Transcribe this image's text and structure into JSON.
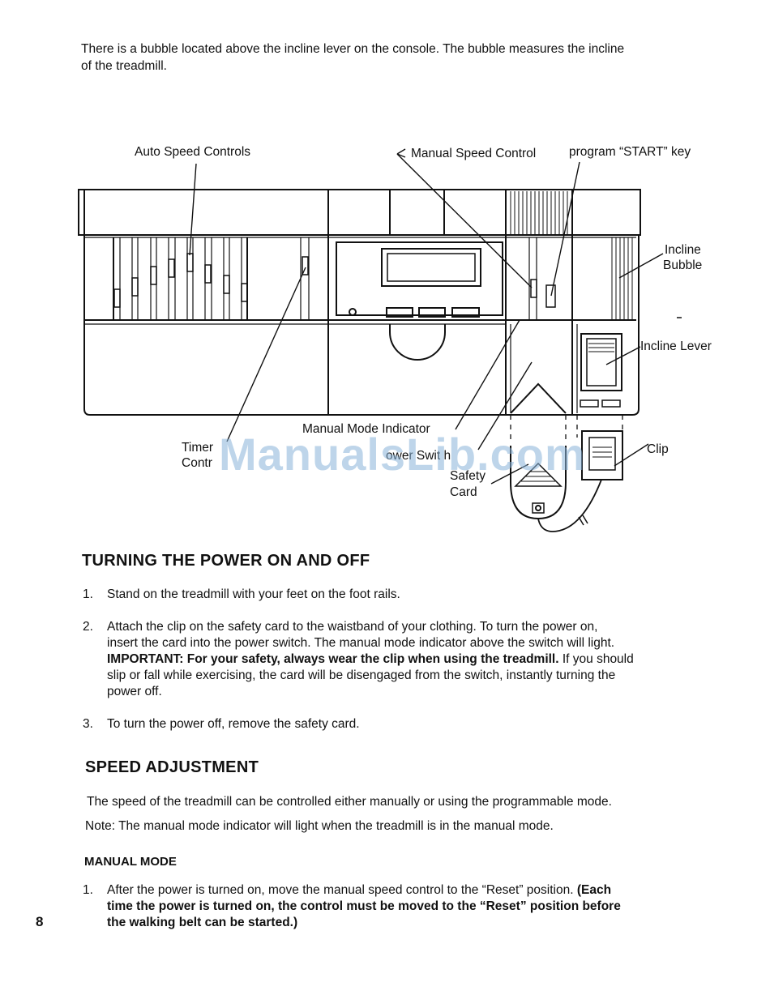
{
  "intro": {
    "line1": "There is a bubble located above the incline lever on the console. The bubble measures the incline",
    "line2": "of the treadmill."
  },
  "diagram": {
    "labels": {
      "auto_speed": "Auto Speed Controls",
      "manual_speed": "Manual Speed Control",
      "program_start": "program “START” key",
      "incline_bubble_1": "Incline",
      "incline_bubble_2": "Bubble",
      "incline_lever": "Incline Lever",
      "manual_mode_indicator": "Manual Mode Indicator",
      "timer_1": "Timer",
      "timer_2": "Contr",
      "power_switch": "ower Swit h",
      "safety_card_1": "Safety",
      "safety_card_2": "Card",
      "clip": "Clip"
    }
  },
  "watermark": "ManualsLib.com",
  "section_power": {
    "heading": "TURNING THE POWER ON AND OFF",
    "items": [
      {
        "num": "1.",
        "text": "Stand on the treadmill with your feet on the foot rails."
      },
      {
        "num": "2.",
        "line1": "Attach the clip on the safety card to the waistband of your clothing. To turn the power on,",
        "line2": "insert the card into the power switch. The manual mode indicator above the switch will light.",
        "important": "IMPORTANT: For your safety, always wear the clip when using the treadmill.",
        "line3_rest": " If you should",
        "line4": "slip or fall while exercising, the card will be disengaged from the switch, instantly turning the",
        "line5": "power off."
      },
      {
        "num": "3.",
        "text": "To turn the power off, remove the safety card."
      }
    ]
  },
  "section_speed": {
    "heading": "SPEED ADJUSTMENT",
    "para1": "The speed of the treadmill can be controlled either manually or using the programmable mode.",
    "para2": "Note: The manual mode indicator will light when the treadmill is in the manual mode.",
    "subheading": "MANUAL MODE",
    "item1": {
      "num": "1.",
      "text": "After the power is turned on, move the manual speed control to the “Reset” position. ",
      "bold1": "(Each",
      "bold2": "time the power is turned on, the control must be moved to the “Reset” position before",
      "bold3": "the walking belt can be started.)"
    }
  },
  "page_number": "8"
}
